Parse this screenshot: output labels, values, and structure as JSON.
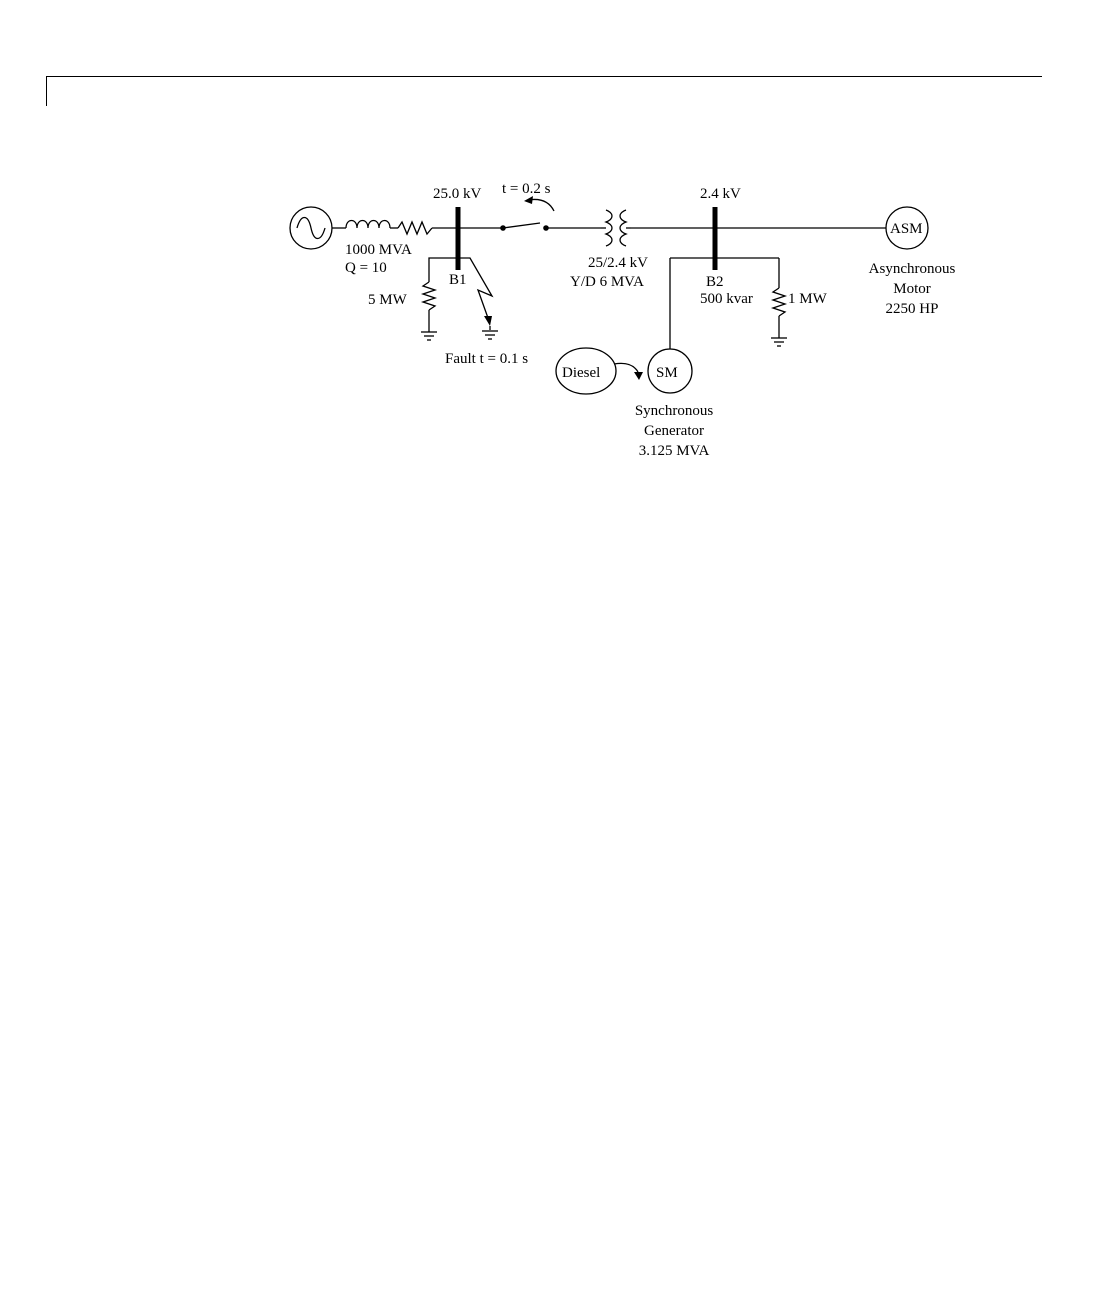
{
  "labels": {
    "source_rating": "1000 MVA",
    "source_q": "Q = 10",
    "bus1_voltage": "25.0 kV",
    "bus1_name": "B1",
    "load1": "5 MW",
    "fault": "Fault t = 0.1 s",
    "breaker_time": "t = 0.2 s",
    "transformer_ratio": "25/2.4 kV",
    "transformer_rating": "Y/D 6 MVA",
    "bus2_voltage": "2.4 kV",
    "bus2_name": "B2",
    "capacitor": "500 kvar",
    "load2": "1 MW",
    "asm_symbol": "ASM",
    "asm_line1": "Asynchronous",
    "asm_line2": "Motor",
    "asm_line3": "2250 HP",
    "diesel": "Diesel",
    "sm_symbol": "SM",
    "sm_line1": "Synchronous",
    "sm_line2": "Generator",
    "sm_line3": "3.125 MVA"
  }
}
